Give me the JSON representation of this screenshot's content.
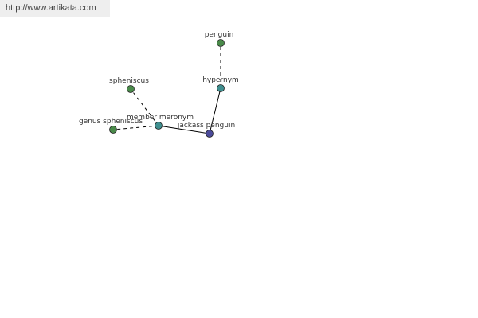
{
  "header": {
    "url": "http://www.artikata.com"
  },
  "graph": {
    "nodes": {
      "penguin": {
        "label": "penguin",
        "color": "#4a8a4a"
      },
      "hypernym": {
        "label": "hypernym",
        "color": "#3f8f8f"
      },
      "spheniscus": {
        "label": "spheniscus",
        "color": "#4a8a4a"
      },
      "member_meronym": {
        "label": "member meronym",
        "color": "#3f8f8f"
      },
      "genus_spheniscus": {
        "label": "genus spheniscus",
        "color": "#4a8a4a"
      },
      "jackass_penguin": {
        "label": "jackass penguin",
        "color": "#4b4a9a"
      }
    },
    "edges": [
      {
        "from": "jackass_penguin",
        "to": "hypernym",
        "style": "solid"
      },
      {
        "from": "hypernym",
        "to": "penguin",
        "style": "dashed"
      },
      {
        "from": "jackass_penguin",
        "to": "member_meronym",
        "style": "solid"
      },
      {
        "from": "member_meronym",
        "to": "spheniscus",
        "style": "dashed"
      },
      {
        "from": "member_meronym",
        "to": "genus_spheniscus",
        "style": "dashed"
      }
    ]
  }
}
